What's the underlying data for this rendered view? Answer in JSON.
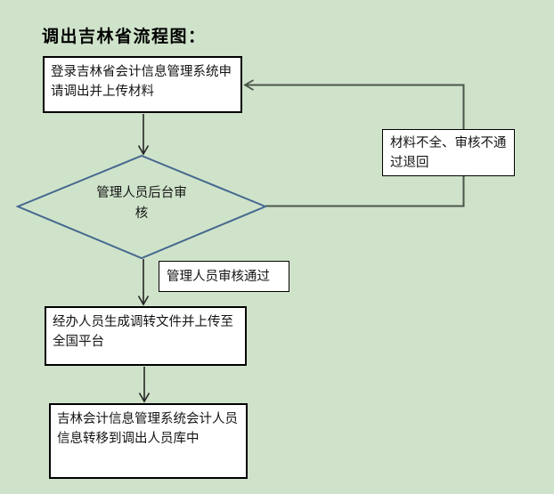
{
  "title": "调出吉林省流程图：",
  "colors": {
    "background": "#cfe3ca",
    "node_fill": "#ffffff",
    "node_border": "#000000",
    "diamond_border": "#46688f",
    "connector": "#262626",
    "feedback_connector": "#4b554b"
  },
  "nodes": {
    "start": {
      "type": "process",
      "label": "登录吉林省会计信息管理系统申请调出并上传材料"
    },
    "decision": {
      "type": "decision",
      "label": "管理人员后台审核"
    },
    "reject": {
      "type": "note",
      "label": "材料不全、审核不通过退回"
    },
    "approve": {
      "type": "note",
      "label": "管理人员审核通过"
    },
    "generate": {
      "type": "process",
      "label": "经办人员生成调转文件并上传至全国平台"
    },
    "transfer": {
      "type": "process",
      "label": "吉林会计信息管理系统会计人员信息转移到调出人员库中"
    }
  },
  "edges": [
    {
      "from": "start",
      "to": "decision",
      "style": "arrow-down"
    },
    {
      "from": "decision",
      "to": "generate",
      "style": "arrow-down",
      "note": "approve"
    },
    {
      "from": "generate",
      "to": "transfer",
      "style": "arrow-down"
    },
    {
      "from": "decision",
      "to": "start",
      "style": "feedback-loop",
      "note": "reject"
    }
  ]
}
